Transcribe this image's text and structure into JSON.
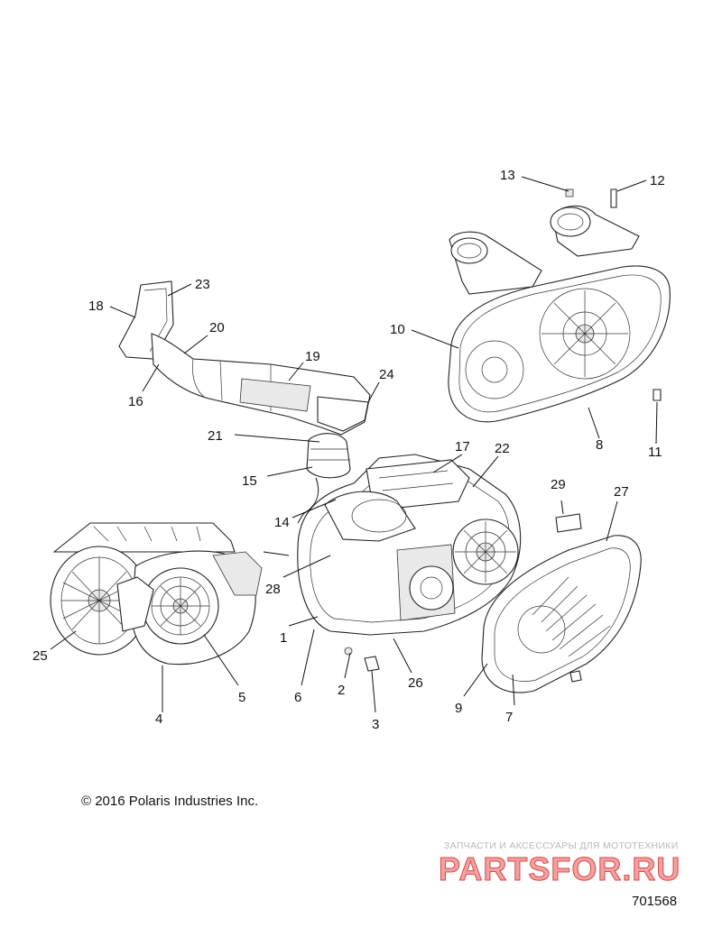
{
  "callouts": {
    "c1": "1",
    "c2": "2",
    "c3": "3",
    "c4": "4",
    "c5": "5",
    "c6": "6",
    "c7": "7",
    "c8": "8",
    "c9": "9",
    "c10": "10",
    "c11": "11",
    "c12": "12",
    "c13": "13",
    "c14": "14",
    "c15": "15",
    "c16": "16",
    "c17": "17",
    "c18": "18",
    "c19": "19",
    "c20": "20",
    "c21": "21",
    "c22": "22",
    "c23": "23",
    "c24": "24",
    "c25": "25",
    "c26": "26",
    "c27": "27",
    "c28": "28",
    "c29": "29"
  },
  "footer": {
    "copyright": "© 2016 Polaris Industries Inc.",
    "figure_number": "701568"
  },
  "watermark": {
    "caption": "ЗАПЧАСТИ И АКСЕССУАРЫ ДЛЯ МОТОТЕХНИКИ",
    "logo": "PARTSFOR.RU"
  }
}
